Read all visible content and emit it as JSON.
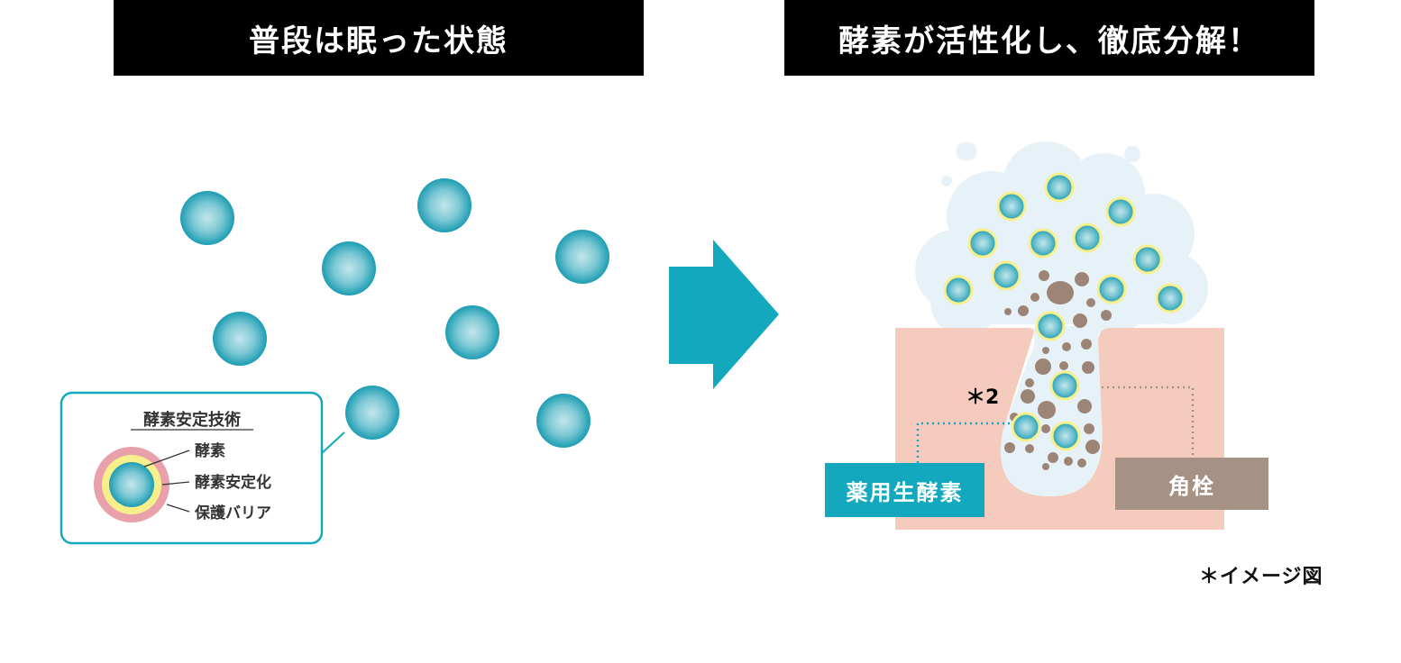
{
  "headers": {
    "left_title": "普段は眠った状態",
    "right_title": "酵素が活性化し、徹底分解！"
  },
  "legend": {
    "title": "酵素安定技術",
    "items": {
      "enzyme": "酵素",
      "stabilization": "酵素安定化",
      "barrier": "保護バリア"
    }
  },
  "right_panel": {
    "note_ref": "＊2",
    "enzyme_label": "薬用生酵素",
    "plug_label": "角栓",
    "image_note": "＊イメージ図"
  },
  "colors": {
    "header_bg": "#000000",
    "arrow": "#13a8bd",
    "enzyme_label_bg": "#13a8bd",
    "plug_label_bg": "#a69185",
    "skin": "#f5cbbd",
    "foam": "#e6f2f8",
    "debris": "#9c8577",
    "pink_ring": "#e8a0ab",
    "yellow_ring": "#f7f08a"
  },
  "icons": [
    "arrow-right-icon"
  ]
}
